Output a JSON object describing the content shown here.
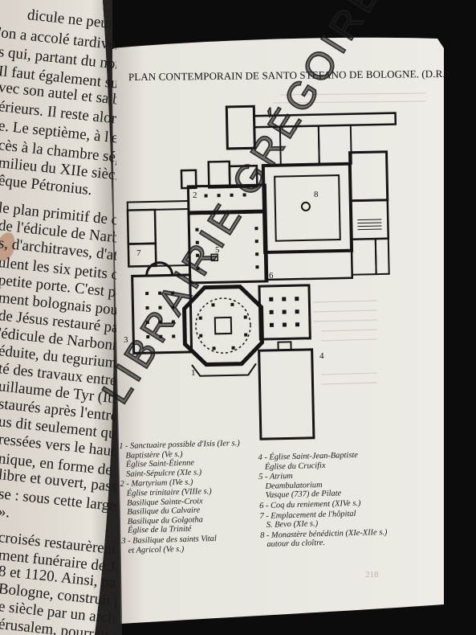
{
  "left_page_lines": [
    "dicule ne peut se compren",
    "'on a accolé tardivement",
    "s qui, partant du nord, ent",
    "Il faut également supposer",
    "vec son autel et sa balustrad",
    "érieurs. Il reste alors un éd",
    "e. Le septième, à l'est, est",
    "cès à la chambre sépulcrale",
    "milieu du XIIe siècle, une",
    "êque Pétronius.",
    "le plan primitif de cet édifice",
    "de l'édicule de Narbonne, gr",
    "s, d'architraves, d'attiques et",
    "ulent les six petits côtés et",
    "petite porte. C'est pourquoi",
    "ment bolognais pourrait être",
    "de Jésus restauré par Constant",
    "'édicule de Narbonne est con",
    "éduite, du tegurium constan",
    "té des travaux entrepris sur le",
    "uillaume de Tyr (Itinera, XXI",
    "staurés après l'entrée des Lat",
    "us dit seulement que l'église",
    "ressées vers le haut et il",
    "nique, en forme de couronne",
    "libre et ouvert, passe la lumi",
    "se : sous cette large ouvertur",
    "».",
    "croisés restaurèrent à l'église",
    "ment funéraire de Jésus, par",
    "8 et 1120. Ainsi, parallèlem",
    "Bologne, construit précisém",
    "e siècle par un architecte qu",
    "érusalem, pourrait nous enseig"
  ],
  "heading": "PLAN CONTEMPORAIN DE SANTO STEFANO DE BOLOGNE. (D.R.)",
  "plan_labels": [
    "1",
    "2",
    "3",
    "4",
    "5",
    "6",
    "7",
    "8"
  ],
  "legend_left": [
    {
      "head": "1 - Sanctuaire possible d'Isis (Ier s.)",
      "subs": [
        "Baptistère (Ve s.)",
        "Église Saint-Étienne",
        "Saint-Sépulcre (XIe s.)"
      ]
    },
    {
      "head": "2 - Martyrium (IVe s.)",
      "subs": [
        "Église trinitaire (VIIIe s.)",
        "Basilique Sainte-Croix",
        "Basilique du Calvaire",
        "Basilique du Golgotha",
        "Église de la Trinité"
      ]
    },
    {
      "head": "3 - Basilique des saints Vital",
      "subs": [
        "et Agricol (Ve s.)"
      ]
    }
  ],
  "legend_right": [
    {
      "head": "4 - Église Saint-Jean-Baptiste",
      "subs": [
        "Église du Crucifix"
      ]
    },
    {
      "head": "5 - Atrium",
      "subs": [
        "Deambulatorium",
        "Vasque (737) de Pilate"
      ]
    },
    {
      "head": "6 - Coq du reniement (XIVe s.)",
      "subs": []
    },
    {
      "head": "7 - Emplacement de l'hôpital",
      "subs": [
        "S. Bevo (XIe s.)"
      ]
    },
    {
      "head": "8 - Monastère bénédictin (XIe-XIIe s.)",
      "subs": [
        "autour du cloître."
      ]
    }
  ],
  "watermark": "LIBRAIRIE GRÉGOIRE",
  "page_number": "218",
  "colors": {
    "background": "#0c0c0c",
    "page": "#ece8e2",
    "ink": "#111111"
  }
}
